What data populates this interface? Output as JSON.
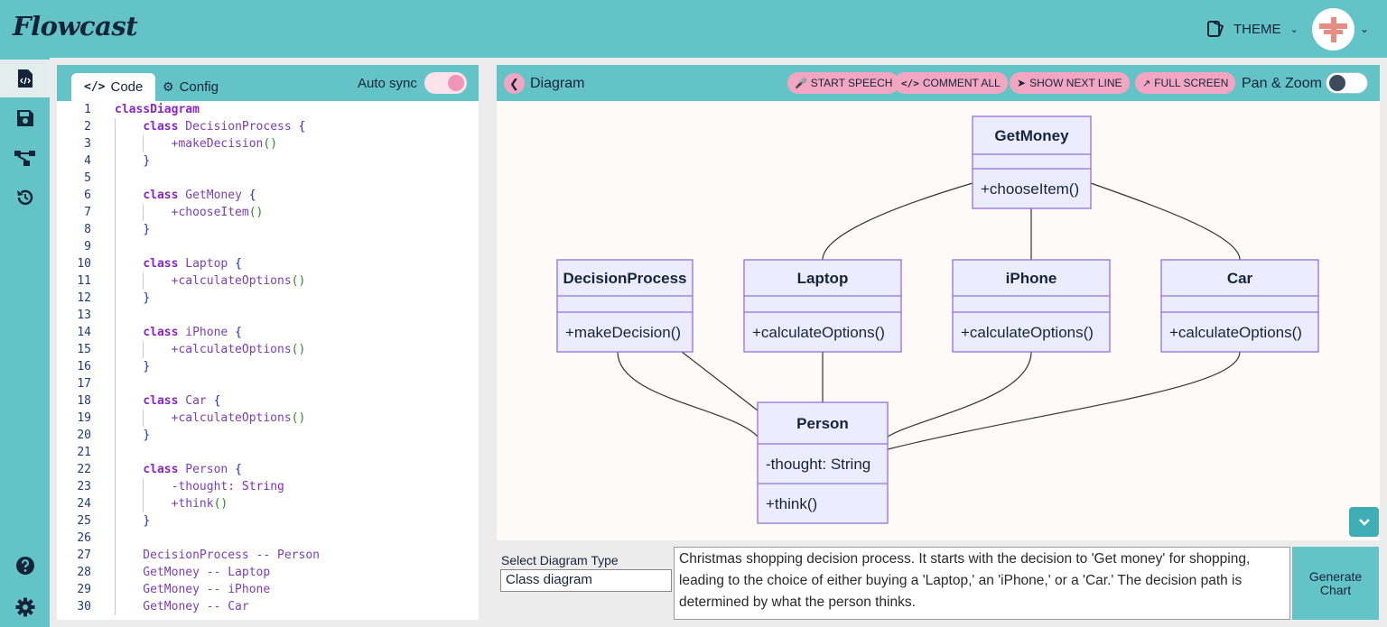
{
  "app": {
    "title": "Flowcast"
  },
  "header": {
    "theme_label": "THEME"
  },
  "sidebar": {
    "items": [
      {
        "name": "code-file-icon"
      },
      {
        "name": "save-icon"
      },
      {
        "name": "flowchart-icon"
      },
      {
        "name": "history-icon"
      },
      {
        "name": "help-icon"
      },
      {
        "name": "settings-icon"
      }
    ]
  },
  "editor": {
    "tabs": [
      {
        "label": "Code"
      },
      {
        "label": "Config"
      }
    ],
    "autosync_label": "Auto sync",
    "autosync_on": true,
    "line_numbers": [
      "1",
      "2",
      "3",
      "4",
      "5",
      "6",
      "7",
      "8",
      "9",
      "10",
      "11",
      "12",
      "13",
      "14",
      "15",
      "16",
      "17",
      "18",
      "19",
      "20",
      "21",
      "22",
      "23",
      "24",
      "25",
      "26",
      "27",
      "28",
      "29",
      "30"
    ],
    "code_lines": [
      "classDiagram",
      "    class DecisionProcess {",
      "        +makeDecision()",
      "    }",
      "",
      "    class GetMoney {",
      "        +chooseItem()",
      "    }",
      "",
      "    class Laptop {",
      "        +calculateOptions()",
      "    }",
      "",
      "    class iPhone {",
      "        +calculateOptions()",
      "    }",
      "",
      "    class Car {",
      "        +calculateOptions()",
      "    }",
      "",
      "    class Person {",
      "        -thought: String",
      "        +think()",
      "    }",
      "",
      "    DecisionProcess -- Person",
      "    GetMoney -- Laptop",
      "    GetMoney -- iPhone",
      "    GetMoney -- Car"
    ]
  },
  "diagram": {
    "title": "Diagram",
    "actions": {
      "start_speech": "START SPEECH",
      "comment_all": "COMMENT ALL",
      "show_next_line": "SHOW NEXT LINE",
      "full_screen": "FULL SCREEN"
    },
    "panzoom_label": "Pan & Zoom",
    "panzoom_on": false,
    "classes": [
      {
        "id": "GetMoney",
        "name": "GetMoney",
        "attributes": [],
        "methods": [
          "+chooseItem()"
        ]
      },
      {
        "id": "DecisionProcess",
        "name": "DecisionProcess",
        "attributes": [],
        "methods": [
          "+makeDecision()"
        ]
      },
      {
        "id": "Laptop",
        "name": "Laptop",
        "attributes": [],
        "methods": [
          "+calculateOptions()"
        ]
      },
      {
        "id": "iPhone",
        "name": "iPhone",
        "attributes": [],
        "methods": [
          "+calculateOptions()"
        ]
      },
      {
        "id": "Car",
        "name": "Car",
        "attributes": [],
        "methods": [
          "+calculateOptions()"
        ]
      },
      {
        "id": "Person",
        "name": "Person",
        "attributes": [
          "-thought: String"
        ],
        "methods": [
          "+think()"
        ]
      }
    ],
    "relations": [
      [
        "DecisionProcess",
        "Person"
      ],
      [
        "GetMoney",
        "Laptop"
      ],
      [
        "GetMoney",
        "iPhone"
      ],
      [
        "GetMoney",
        "Car"
      ],
      [
        "Laptop",
        "Person"
      ],
      [
        "iPhone",
        "Person"
      ],
      [
        "Car",
        "Person"
      ]
    ],
    "colors": {
      "box_fill": "#ececff",
      "box_stroke": "#9370db",
      "edge": "#333333",
      "text": "#16243a"
    }
  },
  "prompt_area": {
    "select_label": "Select Diagram Type",
    "selected_type": "Class diagram",
    "prompt_text": "Christmas shopping decision process. It starts with the decision to 'Get money' for shopping, leading to the choice of either buying a 'Laptop,' an 'iPhone,' or a 'Car.' The decision path is determined by what the person thinks.",
    "generate_label": "Generate Chart"
  },
  "colors": {
    "accent": "#63c3c6",
    "pink": "#f2a6c1",
    "dark": "#16243a"
  }
}
